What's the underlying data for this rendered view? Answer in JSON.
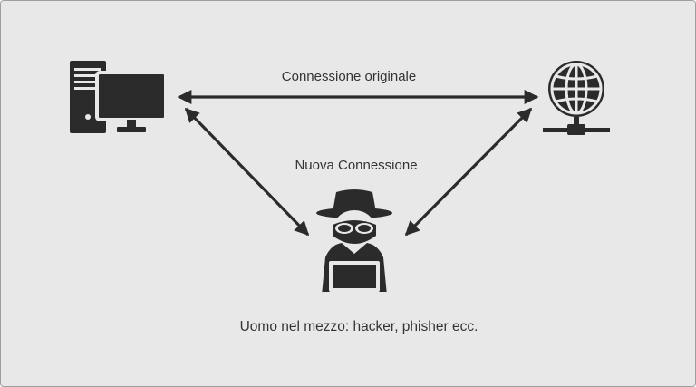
{
  "labels": {
    "original_connection": "Connessione originale",
    "new_connection": "Nuova Connessione",
    "caption": "Uomo nel mezzo: hacker, phisher ecc."
  },
  "icons": {
    "computer": "desktop-computer-icon",
    "server": "network-globe-icon",
    "attacker": "spy-hacker-icon"
  },
  "colors": {
    "background": "#e8e8e8",
    "border": "#9e9e9e",
    "ink": "#2b2b2b",
    "text": "#333333"
  }
}
